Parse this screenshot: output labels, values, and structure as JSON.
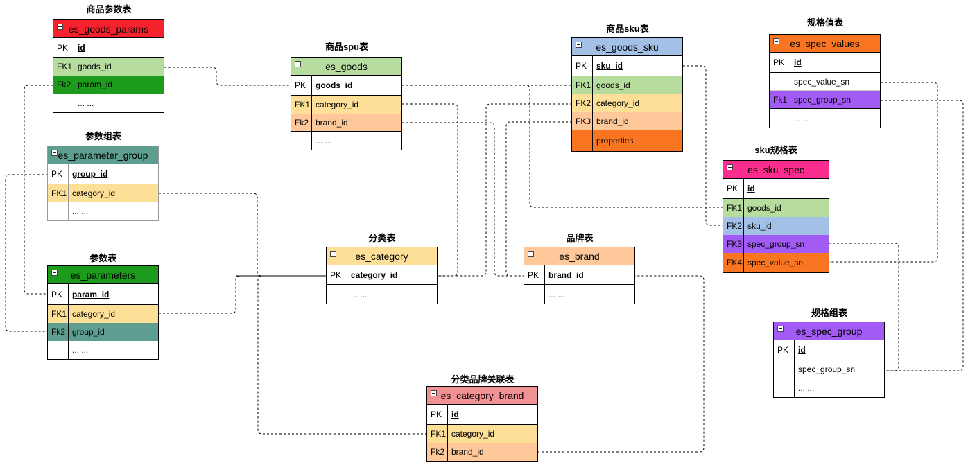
{
  "colors": {
    "red": "#f5222d",
    "lightgreen": "#b7dd9e",
    "darkgreen": "#1c9b1c",
    "teal": "#5e9e90",
    "yellow": "#fedf98",
    "salmon": "#fec89a",
    "blue": "#a3c1e6",
    "orange": "#fa7522",
    "purple": "#a35bf5",
    "pink": "#fc2d8e",
    "pinkred": "#f19194"
  },
  "tables": {
    "goods_params": {
      "caption": "商品参数表",
      "name": "es_goods_params",
      "rows": [
        {
          "key": "PK",
          "field": "id"
        },
        {
          "key": "FK1",
          "field": "goods_id"
        },
        {
          "key": "Fk2",
          "field": "param_id"
        },
        {
          "key": "",
          "field": "... ..."
        }
      ]
    },
    "parameter_group": {
      "caption": "参数组表",
      "name": "es_parameter_group",
      "rows": [
        {
          "key": "PK",
          "field": "group_id"
        },
        {
          "key": "FK1",
          "field": "category_id"
        },
        {
          "key": "",
          "field": "... ..."
        }
      ]
    },
    "parameters": {
      "caption": "参数表",
      "name": "es_parameters",
      "rows": [
        {
          "key": "PK",
          "field": "param_id"
        },
        {
          "key": "FK1",
          "field": "category_id"
        },
        {
          "key": "Fk2",
          "field": "group_id"
        },
        {
          "key": "",
          "field": "... ..."
        }
      ]
    },
    "goods": {
      "caption": "商品spu表",
      "name": "es_goods",
      "rows": [
        {
          "key": "PK",
          "field": "goods_id"
        },
        {
          "key": "FK1",
          "field": "category_id"
        },
        {
          "key": "Fk2",
          "field": "brand_id"
        },
        {
          "key": "",
          "field": "... ..."
        }
      ]
    },
    "category": {
      "caption": "分类表",
      "name": "es_category",
      "rows": [
        {
          "key": "PK",
          "field": "category_id"
        },
        {
          "key": "",
          "field": "... ..."
        }
      ]
    },
    "brand": {
      "caption": "品牌表",
      "name": "es_brand",
      "rows": [
        {
          "key": "PK",
          "field": "brand_id"
        },
        {
          "key": "",
          "field": "... ..."
        }
      ]
    },
    "category_brand": {
      "caption": "分类品牌关联表",
      "name": "es_category_brand",
      "rows": [
        {
          "key": "PK",
          "field": "id"
        },
        {
          "key": "FK1",
          "field": "category_id"
        },
        {
          "key": "Fk2",
          "field": "brand_id"
        }
      ]
    },
    "goods_sku": {
      "caption": "商品sku表",
      "name": "es_goods_sku",
      "rows": [
        {
          "key": "PK",
          "field": "sku_id"
        },
        {
          "key": "FK1",
          "field": "goods_id"
        },
        {
          "key": "FK2",
          "field": "category_id"
        },
        {
          "key": "FK3",
          "field": "brand_id"
        },
        {
          "key": "",
          "field": "properties"
        }
      ]
    },
    "spec_values": {
      "caption": "规格值表",
      "name": "es_spec_values",
      "rows": [
        {
          "key": "PK",
          "field": "id"
        },
        {
          "key": "",
          "field": "spec_value_sn"
        },
        {
          "key": "Fk1",
          "field": "spec_group_sn"
        },
        {
          "key": "",
          "field": "... ..."
        }
      ]
    },
    "sku_spec": {
      "caption": "sku规格表",
      "name": "es_sku_spec",
      "rows": [
        {
          "key": "PK",
          "field": "id"
        },
        {
          "key": "FK1",
          "field": "goods_id"
        },
        {
          "key": "FK2",
          "field": "sku_id"
        },
        {
          "key": "FK3",
          "field": "spec_group_sn"
        },
        {
          "key": "FK4",
          "field": "spec_value_sn"
        }
      ]
    },
    "spec_group": {
      "caption": "规格组表",
      "name": "es_spec_group",
      "rows": [
        {
          "key": "PK",
          "field": "id"
        },
        {
          "key": "",
          "field": "spec_group_sn"
        },
        {
          "key": "",
          "field": "... ..."
        }
      ]
    }
  }
}
